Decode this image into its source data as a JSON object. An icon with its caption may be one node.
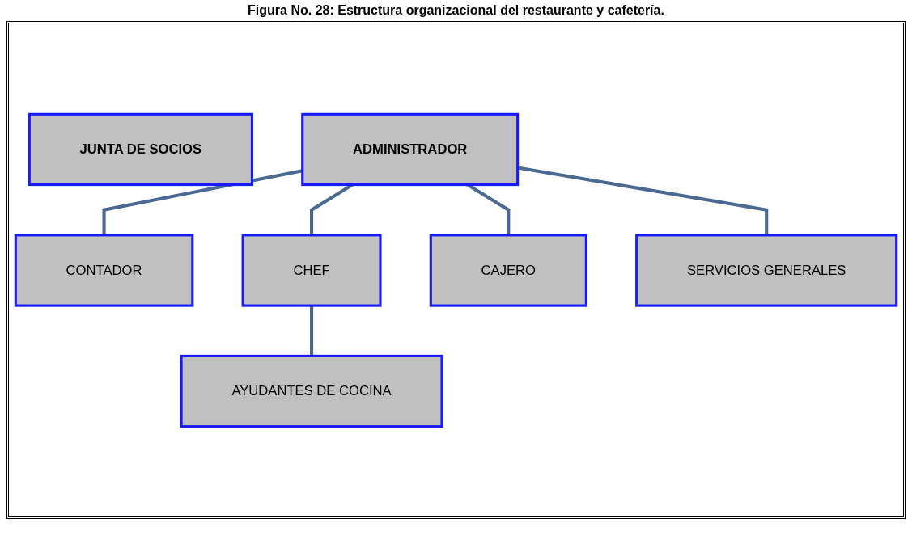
{
  "diagram": {
    "title": "Figura No. 28: Estructura organizacional del restaurante y cafetería.",
    "nodes": [
      {
        "text": [
          "ADMINISTRADOR"
        ]
      },
      {
        "text": [
          "JUNTA DE SOCIOS"
        ]
      },
      {
        "text": [
          "CONTADOR"
        ]
      },
      {
        "text": [
          "CHEF"
        ]
      },
      {
        "text": [
          "CAJERO"
        ]
      },
      {
        "text": [
          "AYUDANTES DE COCINA"
        ]
      },
      {
        "text": [
          "SERVICIOS GENERALES"
        ]
      }
    ],
    "edges": [
      {
        "from": 0,
        "to": 2,
        "arrow": "none"
      },
      {
        "from": 0,
        "to": 3,
        "arrow": "none"
      },
      {
        "from": 0,
        "to": 4,
        "arrow": "none"
      },
      {
        "from": 0,
        "to": 6,
        "arrow": "none"
      },
      {
        "from": 3,
        "to": 5,
        "arrow": "none"
      }
    ]
  }
}
